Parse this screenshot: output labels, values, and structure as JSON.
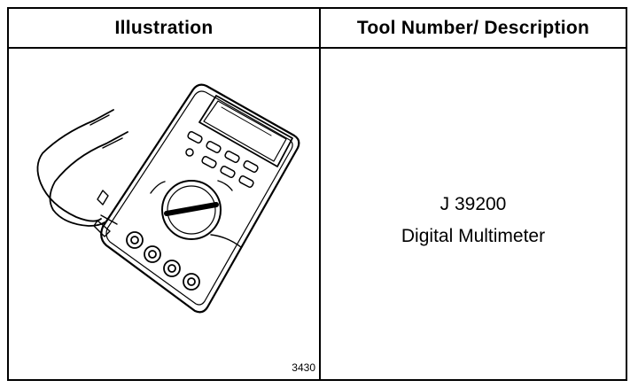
{
  "table": {
    "header_illustration": "Illustration",
    "header_description": "Tool Number/ Description"
  },
  "tool": {
    "number": "J 39200",
    "description": "Digital Multimeter",
    "figure_number": "3430",
    "illustration_icon": "digital-multimeter-icon"
  }
}
